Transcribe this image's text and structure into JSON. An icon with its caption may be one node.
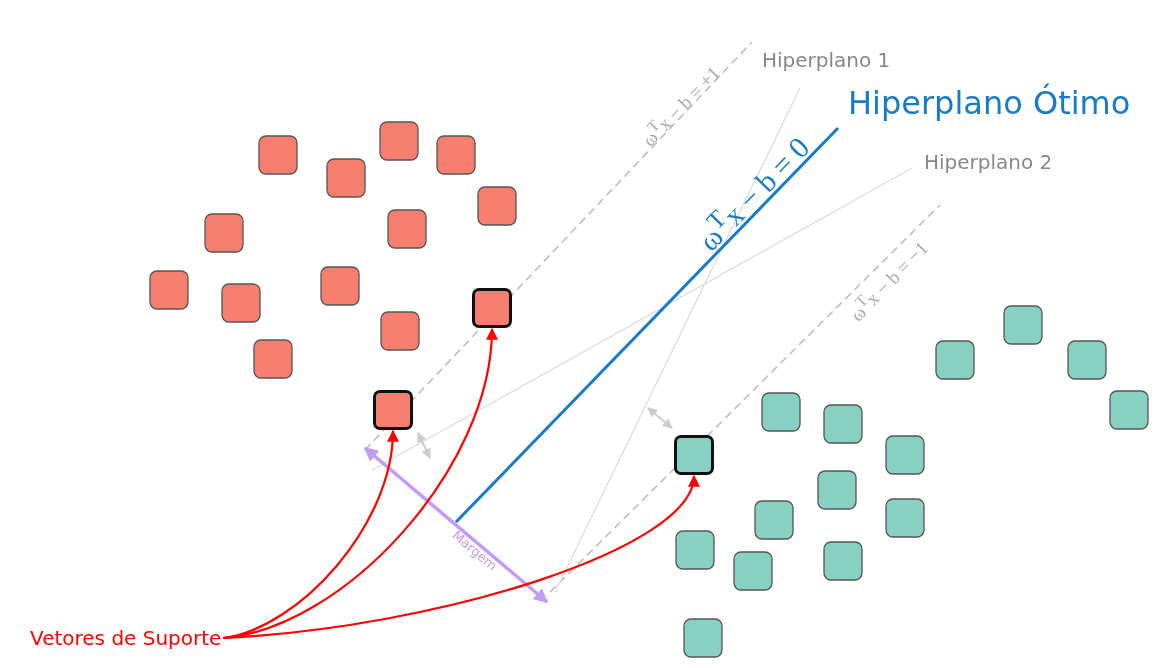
{
  "diagram": {
    "nodes": [
      {
        "text": [
          "Vetores de Suporte"
        ]
      },
      {
        "text": [],
        "shape": "box"
      },
      {
        "text": [],
        "shape": "box"
      },
      {
        "text": [],
        "shape": "box"
      }
    ],
    "edges": [
      {
        "from": 0,
        "to": 1,
        "arrow": "to"
      },
      {
        "from": 0,
        "to": 2,
        "arrow": "to"
      },
      {
        "from": 0,
        "to": 3,
        "arrow": "to"
      }
    ],
    "labels": [
      "ω$^{T}$x − b = +1",
      "Hiperplano 1",
      "Hiperplano Ótimo",
      "ω$^{T}$x − b = 0",
      "Hiperplano 2",
      "ω$^{T}$x − b = −1",
      "Margem"
    ]
  }
}
